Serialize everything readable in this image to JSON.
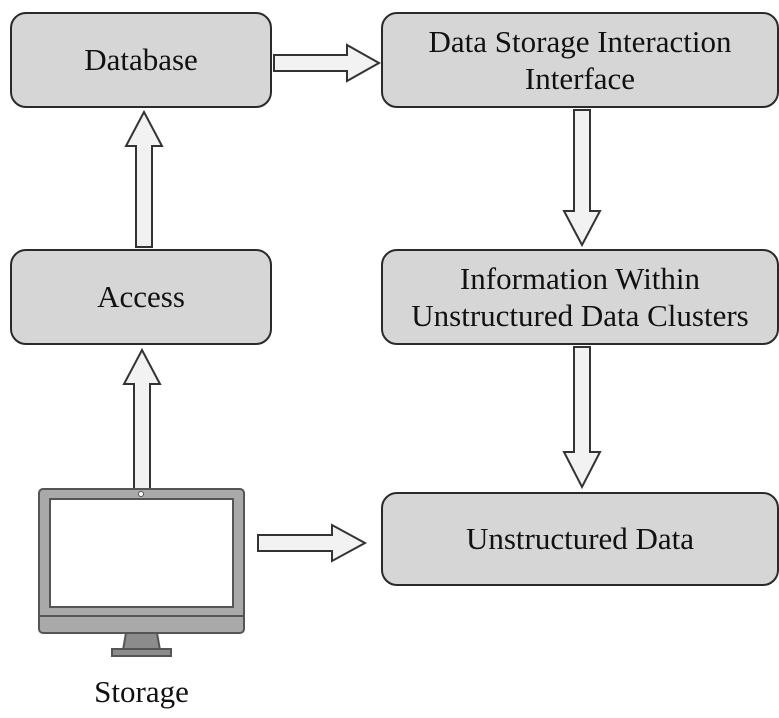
{
  "nodes": {
    "database": "Database",
    "interface_line1": "Data Storage Interaction",
    "interface_line2": "Interface",
    "access": "Access",
    "clusters_line1": "Information Within",
    "clusters_line2": "Unstructured Data Clusters",
    "unstructured": "Unstructured Data"
  },
  "computer_label": "Storage",
  "icons": [
    "computer-monitor-icon",
    "arrow-icon"
  ],
  "colors": {
    "box_fill": "#d6d6d6",
    "box_border": "#2a2a2a",
    "arrow_fill": "#f2f2f2"
  }
}
